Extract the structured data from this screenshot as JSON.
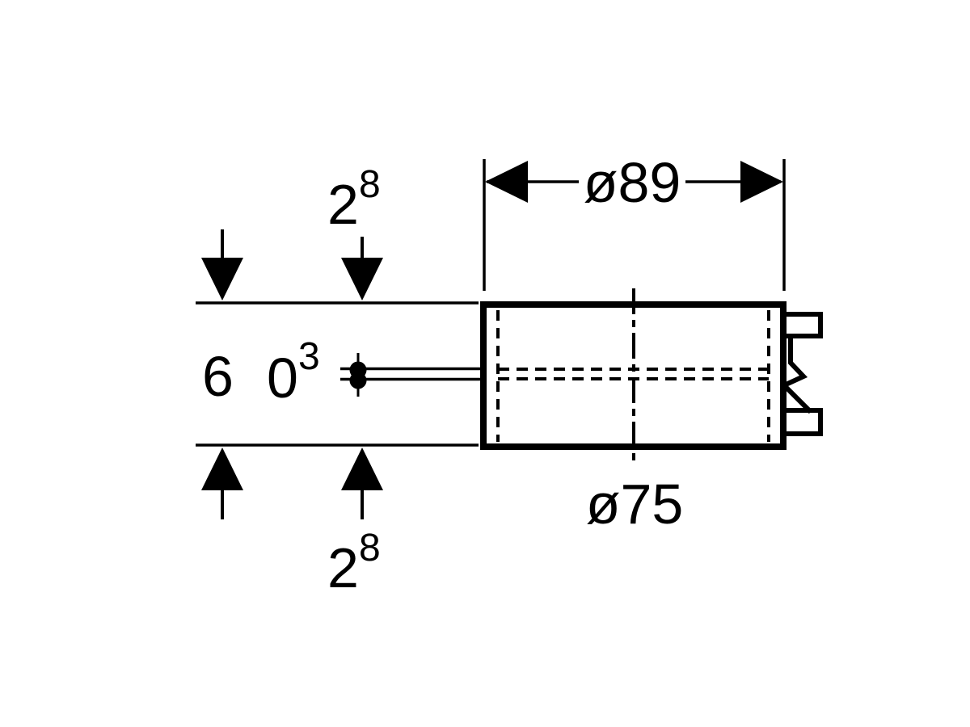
{
  "drawing": {
    "colors": {
      "ink": "#000000",
      "background": "#ffffff"
    },
    "dimensions": {
      "top_offset": {
        "base": "2",
        "sup": "8"
      },
      "bottom_offset": {
        "base": "2",
        "sup": "8"
      },
      "side_gap": "6",
      "side_gap_tol": {
        "base": "0",
        "sup": "3"
      },
      "outer_diameter": "ø89",
      "body_diameter": "ø75"
    }
  }
}
